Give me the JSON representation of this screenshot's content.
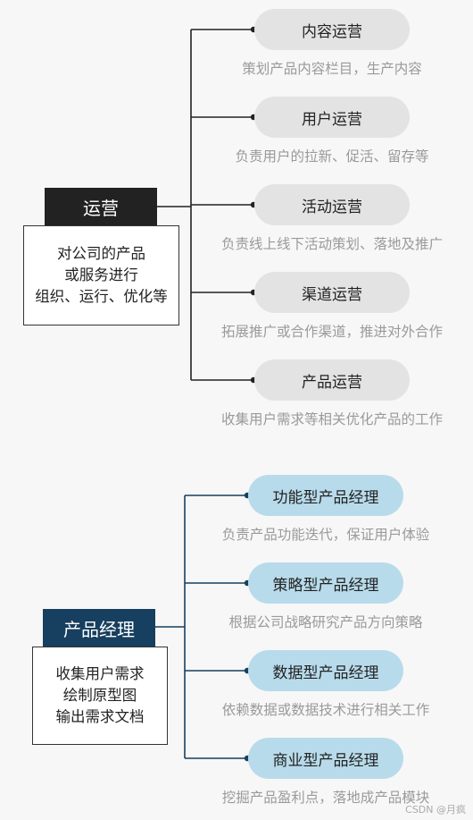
{
  "ops": {
    "title": "运营",
    "desc_lines": [
      "对公司的产品",
      "或服务进行",
      "组织、运行、优化等"
    ],
    "items": [
      {
        "label": "内容运营",
        "desc": "策划产品内容栏目，生产内容"
      },
      {
        "label": "用户运营",
        "desc": "负责用户的拉新、促活、留存等"
      },
      {
        "label": "活动运营",
        "desc": "负责线上线下活动策划、落地及推广"
      },
      {
        "label": "渠道运营",
        "desc": "拓展推广或合作渠道，推进对外合作"
      },
      {
        "label": "产品运营",
        "desc": "收集用户需求等相关优化产品的工作"
      }
    ]
  },
  "pm": {
    "title": "产品经理",
    "desc_lines": [
      "收集用户需求",
      "绘制原型图",
      "输出需求文档"
    ],
    "items": [
      {
        "label": "功能型产品经理",
        "desc": "负责产品功能迭代，保证用户体验"
      },
      {
        "label": "策略型产品经理",
        "desc": "根据公司战略研究产品方向策略"
      },
      {
        "label": "数据型产品经理",
        "desc": "依赖数据或数据技术进行相关工作"
      },
      {
        "label": "商业型产品经理",
        "desc": "挖掘产品盈利点，落地成产品模块"
      }
    ]
  },
  "watermark": "CSDN @月疯",
  "colors": {
    "ops_header": "#222222",
    "pm_header": "#173f5f",
    "ops_pill": "#e3e3e3",
    "pm_pill": "#b8dbeb",
    "ops_line": "#222222",
    "pm_line": "#173f5f"
  }
}
